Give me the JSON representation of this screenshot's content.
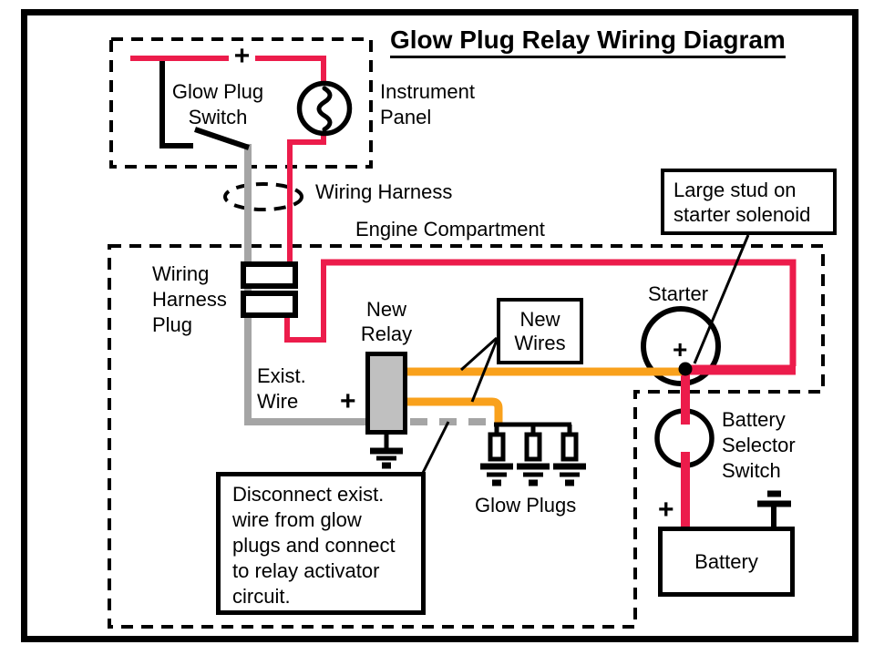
{
  "title": "Glow Plug Relay Wiring Diagram",
  "colors": {
    "wire_red": "#EC1C4B",
    "wire_orange": "#F9A11C",
    "wire_gray": "#A5A5A5",
    "relay_fill": "#C0C0C0"
  },
  "labels": {
    "instrument_panel": "Instrument\nPanel",
    "glow_plug_switch": "Glow Plug\nSwitch",
    "wiring_harness": "Wiring Harness",
    "engine_compartment": "Engine Compartment",
    "wiring_harness_plug": "Wiring\nHarness\nPlug",
    "exist_wire": "Exist.\nWire",
    "new_relay": "New\nRelay",
    "starter": "Starter",
    "glow_plugs": "Glow Plugs",
    "battery_selector_switch": "Battery\nSelector\nSwitch",
    "battery": "Battery"
  },
  "callouts": {
    "new_wires": "New\nWires",
    "large_stud": "Large stud on\nstarter solenoid",
    "disconnect_note": "Disconnect exist.\nwire from glow\nplugs and connect\nto relay activator\ncircuit."
  },
  "symbols": {
    "plus_instrument": "+",
    "plus_relay": "+",
    "plus_starter": "+",
    "plus_battery": "+"
  }
}
